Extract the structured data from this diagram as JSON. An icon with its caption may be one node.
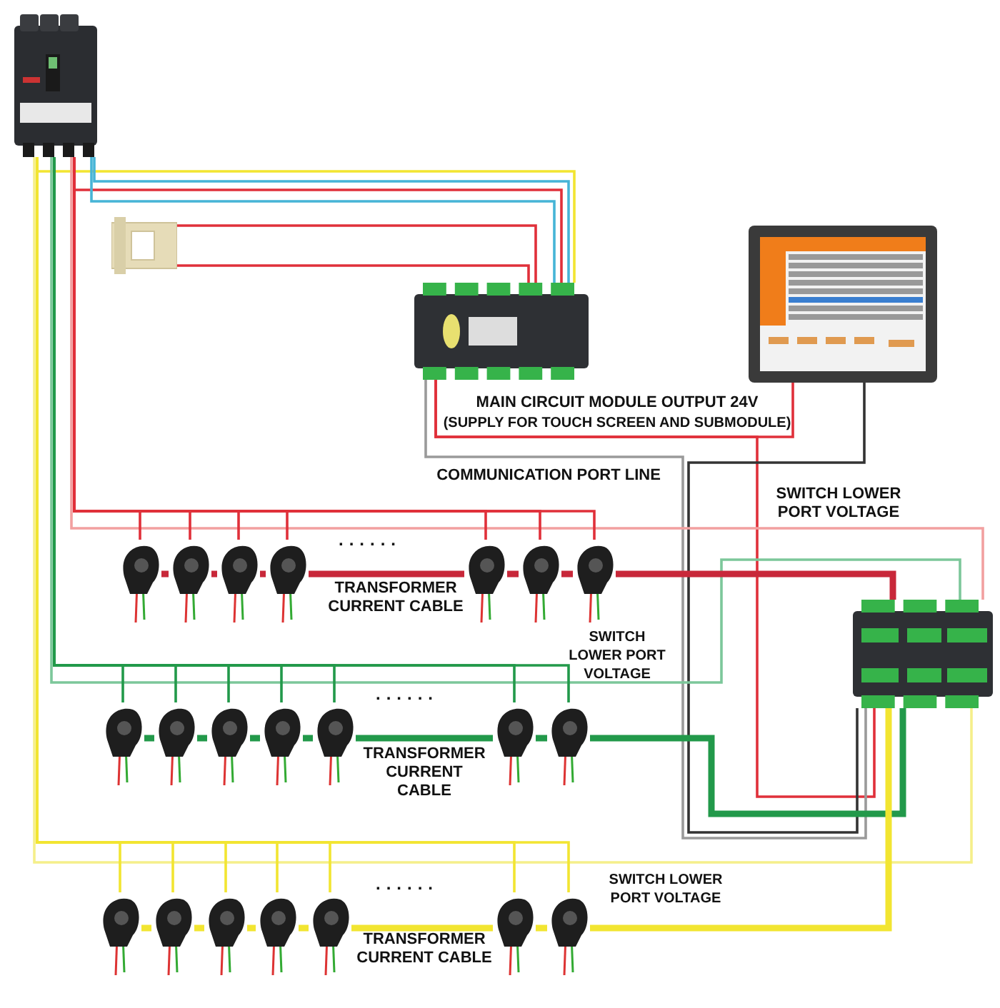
{
  "diagram": {
    "nodes": [
      {
        "text": [],
        "shape": "picture"
      },
      {
        "text": [],
        "shape": "picture"
      },
      {
        "text": [],
        "shape": "picture"
      },
      {
        "text": [],
        "shape": "picture"
      },
      {
        "text": [],
        "shape": "picture"
      },
      {
        "text": [],
        "shape": "picture"
      },
      {
        "text": [],
        "shape": "picture"
      },
      {
        "text": [],
        "shape": "picture"
      },
      {
        "text": [],
        "shape": "picture"
      },
      {
        "text": [],
        "shape": "picture"
      },
      {
        "text": [],
        "shape": "picture"
      },
      {
        "text": [],
        "shape": "picture"
      },
      {
        "text": [],
        "shape": "picture"
      },
      {
        "text": [],
        "shape": "picture"
      },
      {
        "text": [],
        "shape": "picture"
      },
      {
        "text": [],
        "shape": "picture"
      },
      {
        "text": [],
        "shape": "picture"
      },
      {
        "text": [],
        "shape": "picture"
      },
      {
        "text": [],
        "shape": "picture"
      },
      {
        "text": [],
        "shape": "picture"
      },
      {
        "text": [],
        "shape": "picture"
      },
      {
        "text": [],
        "shape": "picture"
      },
      {
        "text": [],
        "shape": "picture"
      },
      {
        "text": [],
        "shape": "picture"
      },
      {
        "text": [],
        "shape": "picture"
      },
      {
        "text": [],
        "shape": "picture"
      }
    ],
    "edges": [
      {
        "from": 0,
        "to": 2,
        "arrow": "none",
        "color": "#f2e531"
      },
      {
        "from": 0,
        "to": 2,
        "arrow": "none",
        "color": "#46b4d6"
      },
      {
        "from": 0,
        "to": 2,
        "arrow": "none",
        "color": "#e0303a"
      },
      {
        "from": 0,
        "to": 2,
        "arrow": "none",
        "color": "#46b4d6"
      },
      {
        "from": 1,
        "to": 2,
        "arrow": "none",
        "color": "#e0303a"
      },
      {
        "from": 1,
        "to": 2,
        "arrow": "none",
        "color": "#e0303a"
      },
      {
        "from": 2,
        "to": 3,
        "arrow": "none",
        "color": "#e0303a"
      },
      {
        "from": 2,
        "to": 4,
        "arrow": "none",
        "color": "#e0303a"
      },
      {
        "from": 2,
        "to": 4,
        "arrow": "none",
        "color": "#9a9a9a"
      },
      {
        "from": 3,
        "to": 4,
        "arrow": "none",
        "color": "#333333"
      },
      {
        "from": 0,
        "to": 4,
        "arrow": "none",
        "color": "#f2a0a0"
      },
      {
        "from": 0,
        "to": 4,
        "arrow": "none",
        "color": "#7cc79a"
      },
      {
        "from": 0,
        "to": 4,
        "arrow": "none",
        "color": "#f5ef8a"
      },
      {
        "from": 5,
        "to": 6,
        "arrow": "none",
        "style": "thick",
        "color": "#c8283a"
      },
      {
        "from": 6,
        "to": 7,
        "arrow": "none",
        "style": "thick",
        "color": "#c8283a"
      },
      {
        "from": 7,
        "to": 8,
        "arrow": "none",
        "style": "thick",
        "color": "#c8283a"
      },
      {
        "from": 8,
        "to": 9,
        "arrow": "none",
        "style": "thick",
        "color": "#c8283a"
      },
      {
        "from": 9,
        "to": 10,
        "arrow": "none",
        "style": "thick",
        "color": "#c8283a"
      },
      {
        "from": 10,
        "to": 11,
        "arrow": "none",
        "style": "thick",
        "color": "#c8283a"
      },
      {
        "from": 11,
        "to": 4,
        "arrow": "none",
        "style": "thick",
        "color": "#c8283a"
      },
      {
        "from": 12,
        "to": 13,
        "arrow": "none",
        "style": "thick",
        "color": "#22994a"
      },
      {
        "from": 13,
        "to": 14,
        "arrow": "none",
        "style": "thick",
        "color": "#22994a"
      },
      {
        "from": 14,
        "to": 15,
        "arrow": "none",
        "style": "thick",
        "color": "#22994a"
      },
      {
        "from": 15,
        "to": 16,
        "arrow": "none",
        "style": "thick",
        "color": "#22994a"
      },
      {
        "from": 16,
        "to": 17,
        "arrow": "none",
        "style": "thick",
        "color": "#22994a"
      },
      {
        "from": 17,
        "to": 18,
        "arrow": "none",
        "style": "thick",
        "color": "#22994a"
      },
      {
        "from": 18,
        "to": 4,
        "arrow": "none",
        "style": "thick",
        "color": "#22994a"
      },
      {
        "from": 19,
        "to": 20,
        "arrow": "none",
        "style": "thick",
        "color": "#f2e531"
      },
      {
        "from": 20,
        "to": 21,
        "arrow": "none",
        "style": "thick",
        "color": "#f2e531"
      },
      {
        "from": 21,
        "to": 22,
        "arrow": "none",
        "style": "thick",
        "color": "#f2e531"
      },
      {
        "from": 22,
        "to": 23,
        "arrow": "none",
        "style": "thick",
        "color": "#f2e531"
      },
      {
        "from": 23,
        "to": 24,
        "arrow": "none",
        "style": "thick",
        "color": "#f2e531"
      },
      {
        "from": 24,
        "to": 25,
        "arrow": "none",
        "style": "thick",
        "color": "#f2e531"
      },
      {
        "from": 25,
        "to": 4,
        "arrow": "none",
        "style": "thick",
        "color": "#f2e531"
      },
      {
        "from": 0,
        "to": 5,
        "arrow": "none",
        "color": "#e0303a"
      },
      {
        "from": 0,
        "to": 6,
        "arrow": "none",
        "color": "#e0303a"
      },
      {
        "from": 0,
        "to": 7,
        "arrow": "none",
        "color": "#e0303a"
      },
      {
        "from": 0,
        "to": 8,
        "arrow": "none",
        "color": "#e0303a"
      },
      {
        "from": 0,
        "to": 9,
        "arrow": "none",
        "color": "#e0303a"
      },
      {
        "from": 0,
        "to": 10,
        "arrow": "none",
        "color": "#e0303a"
      },
      {
        "from": 0,
        "to": 11,
        "arrow": "none",
        "color": "#e0303a"
      },
      {
        "from": 0,
        "to": 12,
        "arrow": "none",
        "color": "#22994a"
      },
      {
        "from": 0,
        "to": 13,
        "arrow": "none",
        "color": "#22994a"
      },
      {
        "from": 0,
        "to": 14,
        "arrow": "none",
        "color": "#22994a"
      },
      {
        "from": 0,
        "to": 15,
        "arrow": "none",
        "color": "#22994a"
      },
      {
        "from": 0,
        "to": 16,
        "arrow": "none",
        "color": "#22994a"
      },
      {
        "from": 0,
        "to": 17,
        "arrow": "none",
        "color": "#22994a"
      },
      {
        "from": 0,
        "to": 18,
        "arrow": "none",
        "color": "#22994a"
      },
      {
        "from": 0,
        "to": 19,
        "arrow": "none",
        "color": "#f2e531"
      },
      {
        "from": 0,
        "to": 20,
        "arrow": "none",
        "color": "#f2e531"
      },
      {
        "from": 0,
        "to": 21,
        "arrow": "none",
        "color": "#f2e531"
      },
      {
        "from": 0,
        "to": 22,
        "arrow": "none",
        "color": "#f2e531"
      },
      {
        "from": 0,
        "to": 23,
        "arrow": "none",
        "color": "#f2e531"
      },
      {
        "from": 0,
        "to": 24,
        "arrow": "none",
        "color": "#f2e531"
      },
      {
        "from": 0,
        "to": 25,
        "arrow": "none",
        "color": "#f2e531"
      }
    ],
    "labels": [
      "MAIN CIRCUIT MODULE OUTPUT 24V",
      "(SUPPLY FOR TOUCH SCREEN AND SUBMODULE)",
      "COMMUNICATION PORT LINE",
      "SWITCH LOWER PORT VOLTAGE",
      "......",
      "TRANSFORMER CURRENT CABLE",
      "SWITCH LOWER PORT VOLTAGE",
      "......",
      "TRANSFORMER CURRENT CABLE",
      "SWITCH LOWER PORT VOLTAGE",
      "......",
      "TRANSFORMER CURRENT CABLE"
    ]
  }
}
